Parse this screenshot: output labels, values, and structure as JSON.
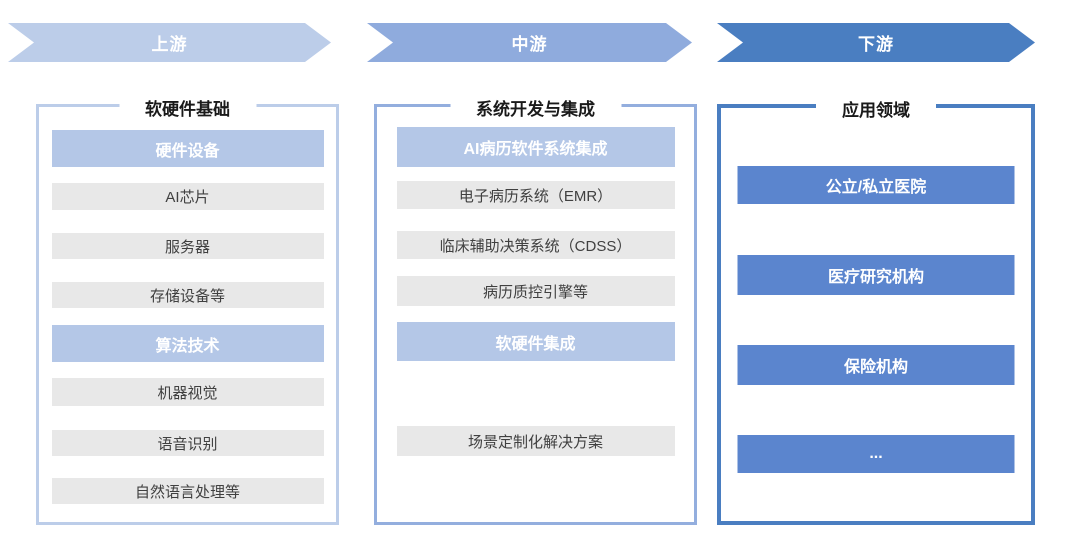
{
  "stages": [
    {
      "label": "上游"
    },
    {
      "label": "中游"
    },
    {
      "label": "下游"
    }
  ],
  "columns": [
    {
      "title": "软硬件基础",
      "groups": [
        {
          "header": "硬件设备",
          "items": [
            "AI芯片",
            "服务器",
            "存储设备等"
          ]
        },
        {
          "header": "算法技术",
          "items": [
            "机器视觉",
            "语音识别",
            "自然语言处理等"
          ]
        }
      ]
    },
    {
      "title": "系统开发与集成",
      "groups": [
        {
          "header": "AI病历软件系统集成",
          "items": [
            "电子病历系统（EMR）",
            "临床辅助决策系统（CDSS）",
            "病历质控引擎等"
          ]
        },
        {
          "header": "软硬件集成",
          "items": [
            "场景定制化解决方案"
          ]
        }
      ]
    },
    {
      "title": "应用领域",
      "items": [
        "公立/私立医院",
        "医疗研究机构",
        "保险机构",
        "..."
      ]
    }
  ],
  "colors": {
    "stage-upstream": "#bccde9",
    "stage-midstream": "#8fabdd",
    "stage-downstream": "#4a7ec1",
    "panel1-border": "#bccde9",
    "panel2-border": "#93aede",
    "panel3-border": "#4a7ec1",
    "subheader-fill": "#b4c7e7",
    "item-fill": "#e8e8e8",
    "app-box-fill": "#5b85ce",
    "item-text": "#404040"
  }
}
